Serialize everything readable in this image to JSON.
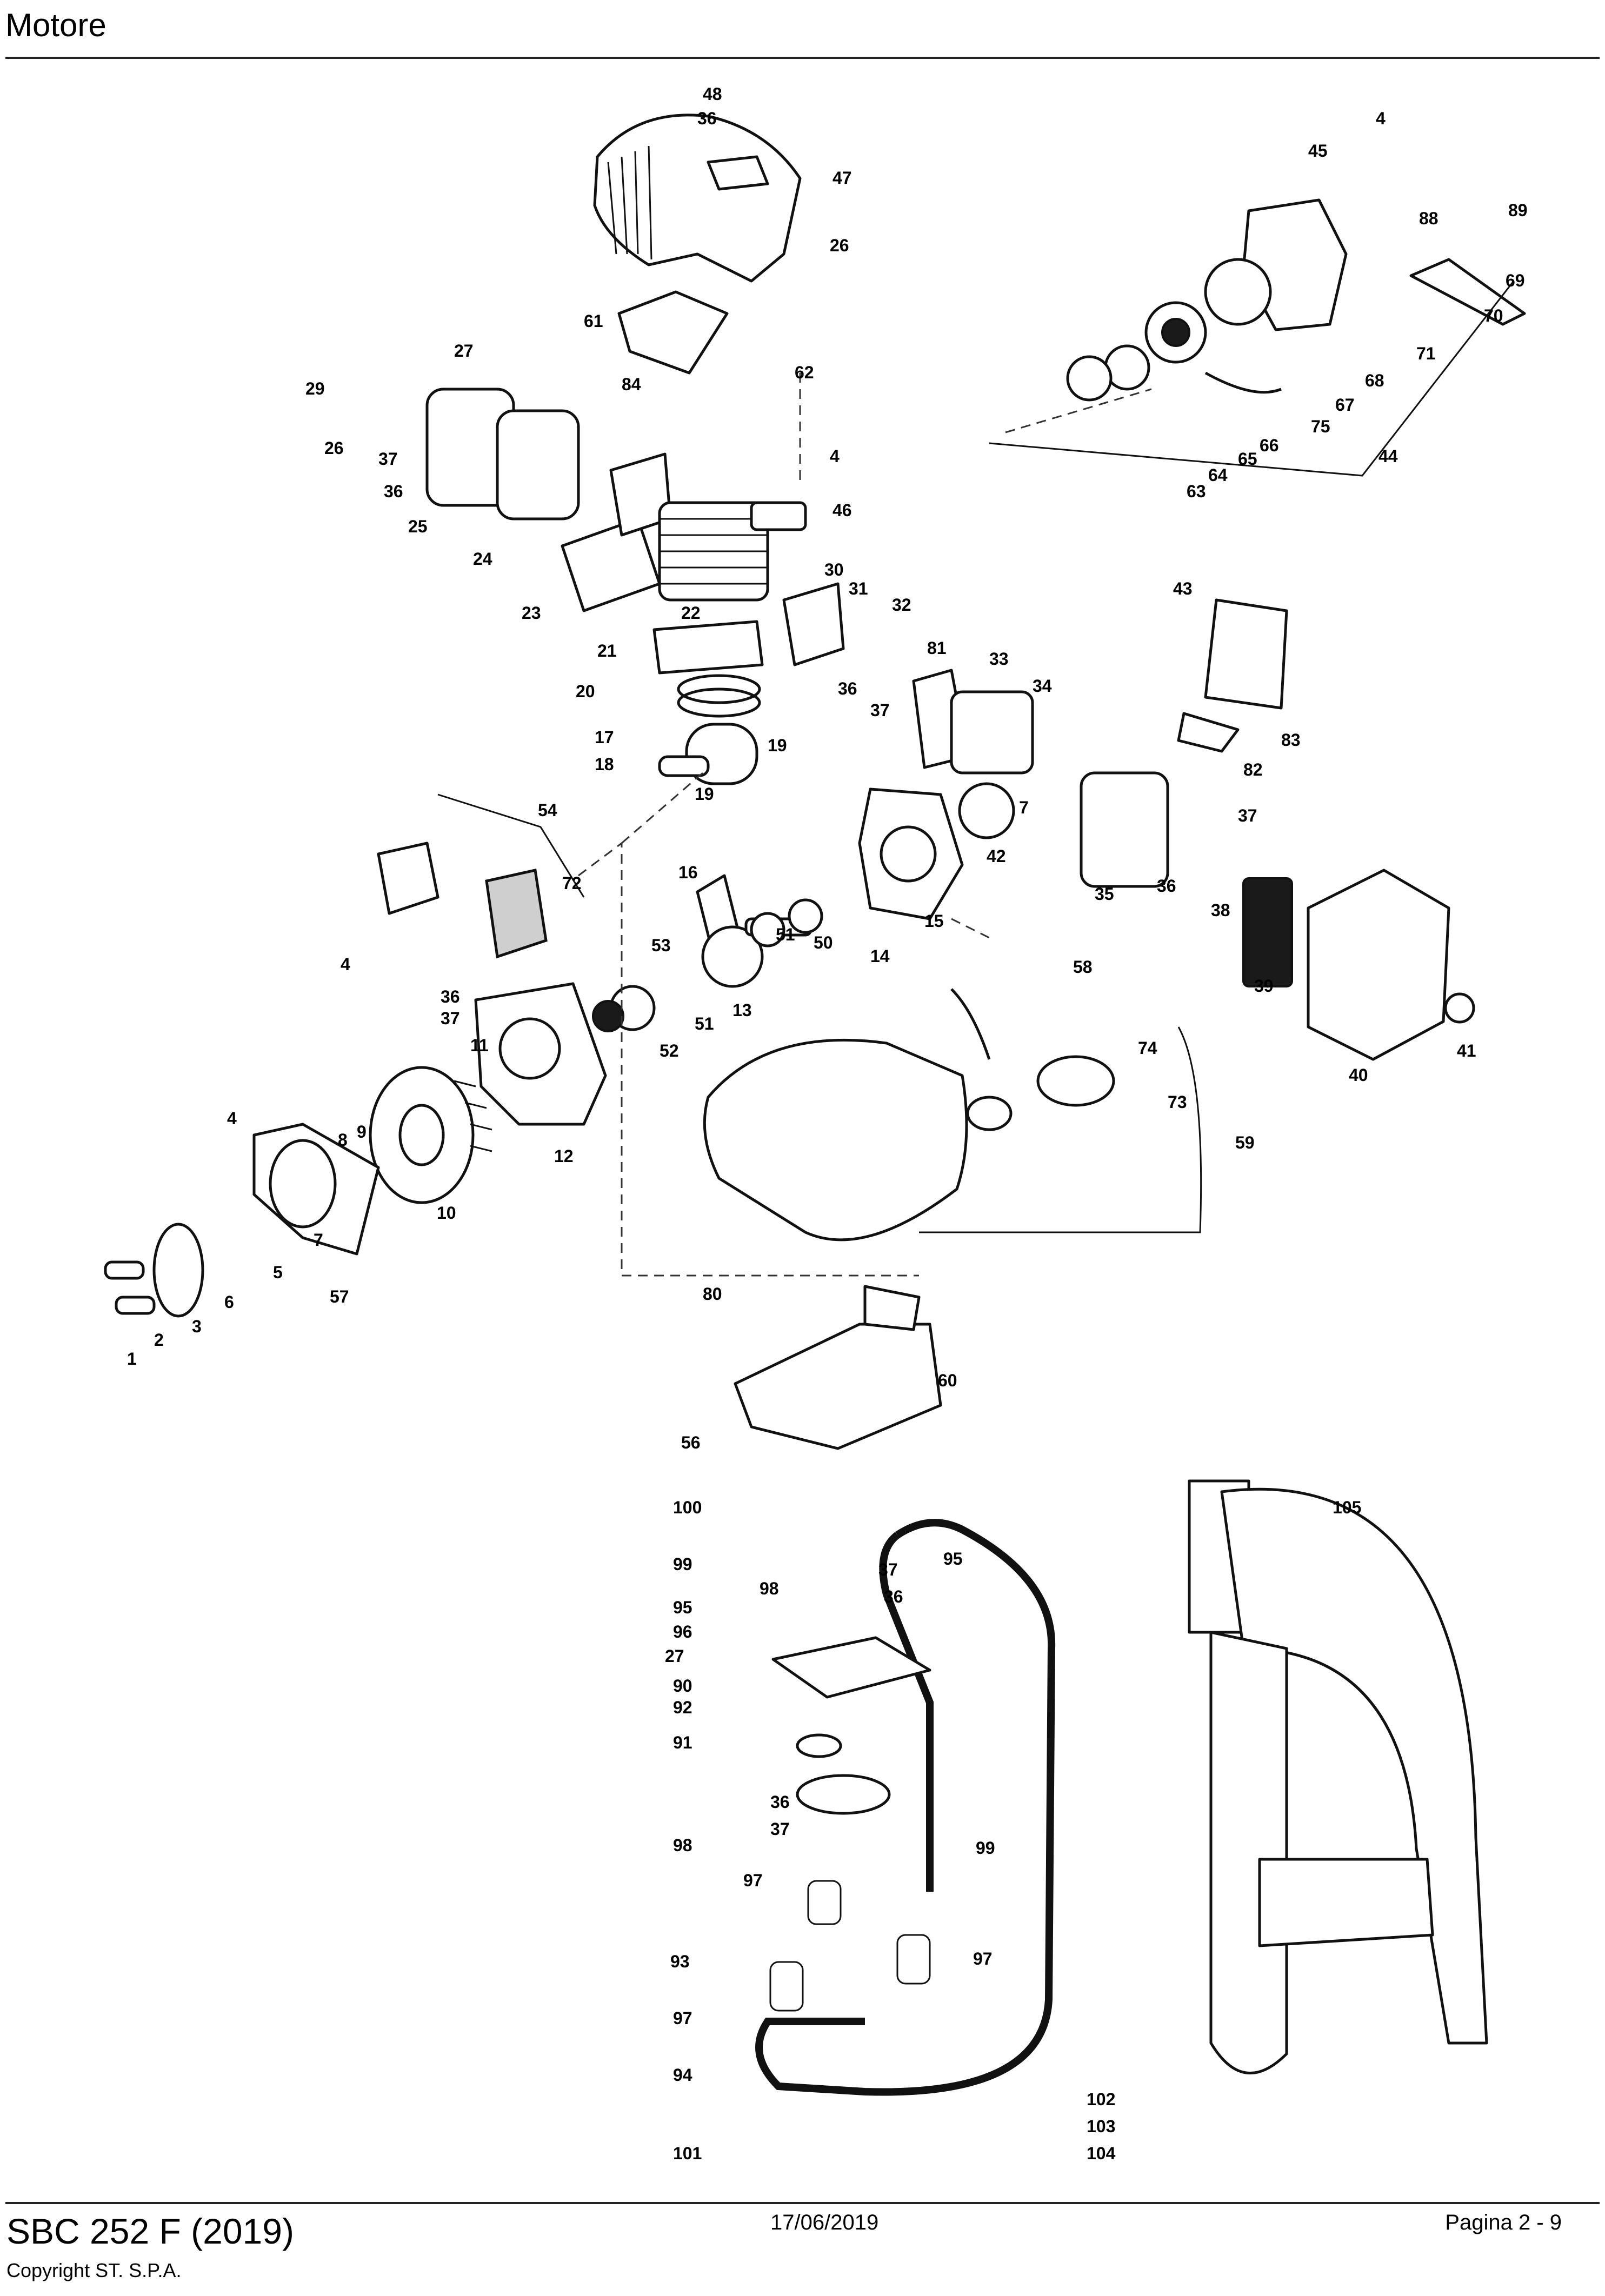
{
  "header": {
    "title": "Motore"
  },
  "footer": {
    "model": "SBC 252 F (2019)",
    "copyright": "Copyright ST. S.P.A.",
    "date": "17/06/2019",
    "page": "Pagina 2 - 9"
  },
  "callouts": [
    {
      "id": "c1",
      "label": "1"
    },
    {
      "id": "c2",
      "label": "2"
    },
    {
      "id": "c3",
      "label": "3"
    },
    {
      "id": "c4a",
      "label": "4"
    },
    {
      "id": "c4b",
      "label": "4"
    },
    {
      "id": "c4c",
      "label": "4"
    },
    {
      "id": "c4d",
      "label": "4"
    },
    {
      "id": "c5",
      "label": "5"
    },
    {
      "id": "c6",
      "label": "6"
    },
    {
      "id": "c7a",
      "label": "7"
    },
    {
      "id": "c7b",
      "label": "7"
    },
    {
      "id": "c8",
      "label": "8"
    },
    {
      "id": "c9",
      "label": "9"
    },
    {
      "id": "c10",
      "label": "10"
    },
    {
      "id": "c11",
      "label": "11"
    },
    {
      "id": "c12",
      "label": "12"
    },
    {
      "id": "c13",
      "label": "13"
    },
    {
      "id": "c14",
      "label": "14"
    },
    {
      "id": "c15",
      "label": "15"
    },
    {
      "id": "c16",
      "label": "16"
    },
    {
      "id": "c17",
      "label": "17"
    },
    {
      "id": "c18",
      "label": "18"
    },
    {
      "id": "c19a",
      "label": "19"
    },
    {
      "id": "c19b",
      "label": "19"
    },
    {
      "id": "c20",
      "label": "20"
    },
    {
      "id": "c21",
      "label": "21"
    },
    {
      "id": "c22",
      "label": "22"
    },
    {
      "id": "c23",
      "label": "23"
    },
    {
      "id": "c24",
      "label": "24"
    },
    {
      "id": "c25",
      "label": "25"
    },
    {
      "id": "c26a",
      "label": "26"
    },
    {
      "id": "c26b",
      "label": "26"
    },
    {
      "id": "c27a",
      "label": "27"
    },
    {
      "id": "c27b",
      "label": "27"
    },
    {
      "id": "c29",
      "label": "29"
    },
    {
      "id": "c30",
      "label": "30"
    },
    {
      "id": "c31",
      "label": "31"
    },
    {
      "id": "c32",
      "label": "32"
    },
    {
      "id": "c33",
      "label": "33"
    },
    {
      "id": "c34",
      "label": "34"
    },
    {
      "id": "c35",
      "label": "35"
    },
    {
      "id": "c36a",
      "label": "36"
    },
    {
      "id": "c36b",
      "label": "36"
    },
    {
      "id": "c36c",
      "label": "36"
    },
    {
      "id": "c36d",
      "label": "36"
    },
    {
      "id": "c36e",
      "label": "36"
    },
    {
      "id": "c36f",
      "label": "36"
    },
    {
      "id": "c36g",
      "label": "36"
    },
    {
      "id": "c37a",
      "label": "37"
    },
    {
      "id": "c37b",
      "label": "37"
    },
    {
      "id": "c37c",
      "label": "37"
    },
    {
      "id": "c37d",
      "label": "37"
    },
    {
      "id": "c37e",
      "label": "37"
    },
    {
      "id": "c37f",
      "label": "37"
    },
    {
      "id": "c38",
      "label": "38"
    },
    {
      "id": "c39",
      "label": "39"
    },
    {
      "id": "c40",
      "label": "40"
    },
    {
      "id": "c41",
      "label": "41"
    },
    {
      "id": "c42",
      "label": "42"
    },
    {
      "id": "c43",
      "label": "43"
    },
    {
      "id": "c44",
      "label": "44"
    },
    {
      "id": "c45",
      "label": "45"
    },
    {
      "id": "c46",
      "label": "46"
    },
    {
      "id": "c47",
      "label": "47"
    },
    {
      "id": "c48",
      "label": "48"
    },
    {
      "id": "c50",
      "label": "50"
    },
    {
      "id": "c51a",
      "label": "51"
    },
    {
      "id": "c51b",
      "label": "51"
    },
    {
      "id": "c52",
      "label": "52"
    },
    {
      "id": "c53",
      "label": "53"
    },
    {
      "id": "c54",
      "label": "54"
    },
    {
      "id": "c56",
      "label": "56"
    },
    {
      "id": "c57",
      "label": "57"
    },
    {
      "id": "c58",
      "label": "58"
    },
    {
      "id": "c59",
      "label": "59"
    },
    {
      "id": "c60",
      "label": "60"
    },
    {
      "id": "c61",
      "label": "61"
    },
    {
      "id": "c62",
      "label": "62"
    },
    {
      "id": "c63",
      "label": "63"
    },
    {
      "id": "c64",
      "label": "64"
    },
    {
      "id": "c65",
      "label": "65"
    },
    {
      "id": "c66",
      "label": "66"
    },
    {
      "id": "c67",
      "label": "67"
    },
    {
      "id": "c68",
      "label": "68"
    },
    {
      "id": "c69",
      "label": "69"
    },
    {
      "id": "c70",
      "label": "70"
    },
    {
      "id": "c71",
      "label": "71"
    },
    {
      "id": "c72",
      "label": "72"
    },
    {
      "id": "c73",
      "label": "73"
    },
    {
      "id": "c74",
      "label": "74"
    },
    {
      "id": "c75",
      "label": "75"
    },
    {
      "id": "c80",
      "label": "80"
    },
    {
      "id": "c81",
      "label": "81"
    },
    {
      "id": "c82",
      "label": "82"
    },
    {
      "id": "c83",
      "label": "83"
    },
    {
      "id": "c84",
      "label": "84"
    },
    {
      "id": "c88",
      "label": "88"
    },
    {
      "id": "c89",
      "label": "89"
    },
    {
      "id": "c90",
      "label": "90"
    },
    {
      "id": "c91",
      "label": "91"
    },
    {
      "id": "c92",
      "label": "92"
    },
    {
      "id": "c93",
      "label": "93"
    },
    {
      "id": "c94",
      "label": "94"
    },
    {
      "id": "c95a",
      "label": "95"
    },
    {
      "id": "c95b",
      "label": "95"
    },
    {
      "id": "c96",
      "label": "96"
    },
    {
      "id": "c97a",
      "label": "97"
    },
    {
      "id": "c97b",
      "label": "97"
    },
    {
      "id": "c97c",
      "label": "97"
    },
    {
      "id": "c98a",
      "label": "98"
    },
    {
      "id": "c98b",
      "label": "98"
    },
    {
      "id": "c99a",
      "label": "99"
    },
    {
      "id": "c99b",
      "label": "99"
    },
    {
      "id": "c100",
      "label": "100"
    },
    {
      "id": "c101",
      "label": "101"
    },
    {
      "id": "c102",
      "label": "102"
    },
    {
      "id": "c103",
      "label": "103"
    },
    {
      "id": "c104",
      "label": "104"
    },
    {
      "id": "c105",
      "label": "105"
    }
  ]
}
